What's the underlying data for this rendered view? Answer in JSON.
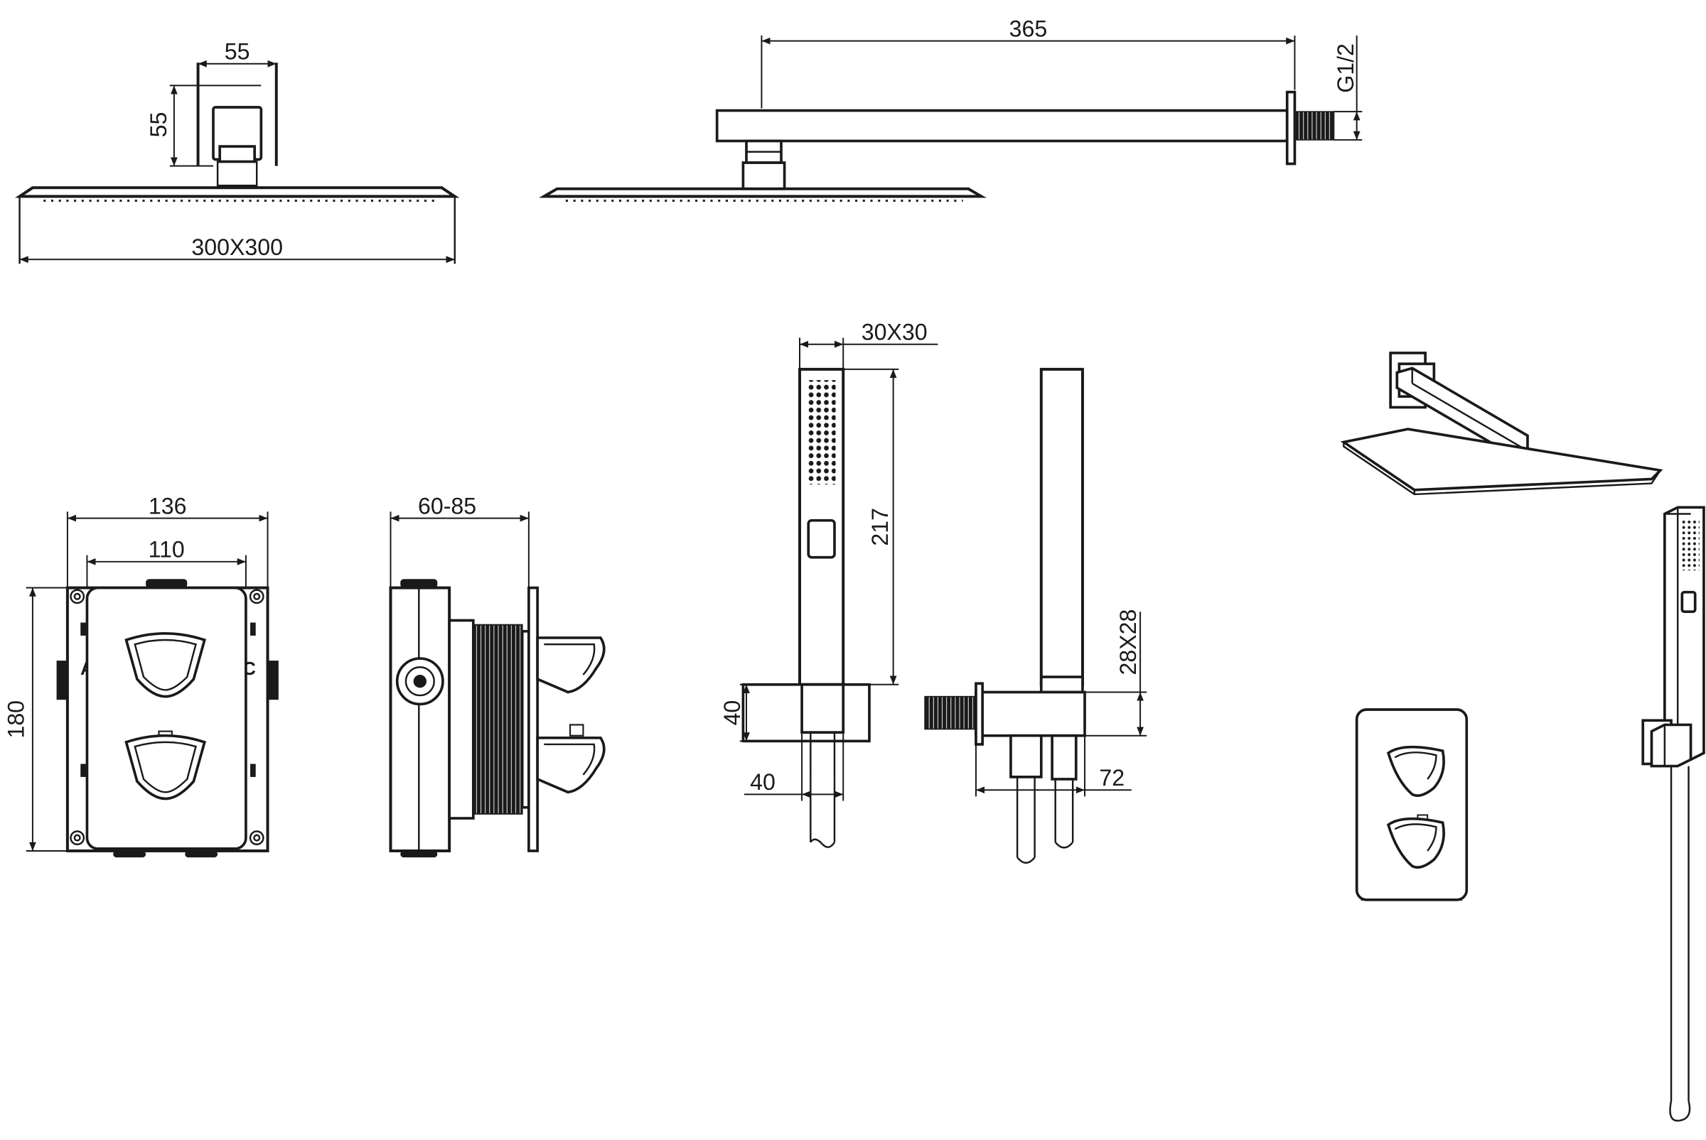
{
  "dimensions": {
    "head_mount_width": "55",
    "head_mount_height": "55",
    "head_size": "300X300",
    "arm_length": "365",
    "thread": "G1/2",
    "valve_width_outer": "136",
    "valve_width_inner": "110",
    "valve_height": "180",
    "valve_depth": "60-85",
    "hand_shower_section": "30X30",
    "hand_shower_length": "217",
    "holder_height": "40",
    "holder_width": "40",
    "holder_section": "28X28",
    "holder_projection": "72"
  },
  "port_labels": {
    "left": "A",
    "right": "C"
  }
}
